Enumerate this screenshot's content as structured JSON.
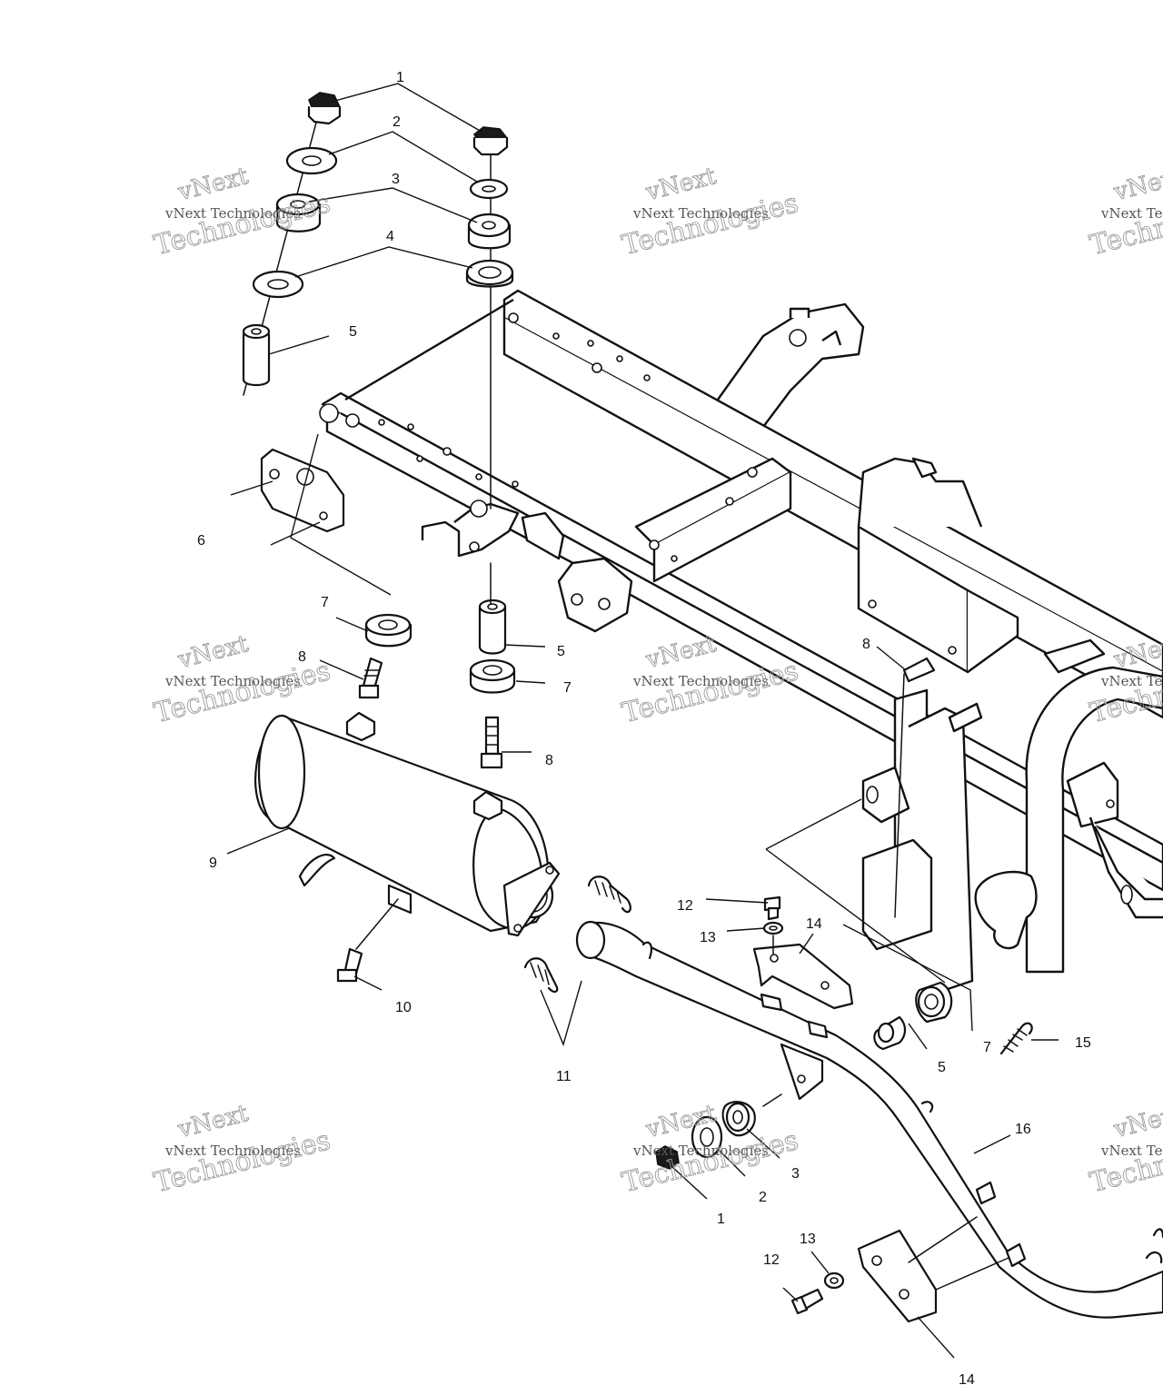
{
  "watermark": {
    "brand_word": "vNext",
    "company_line": "vNext Technologies",
    "brand_big": "Technologies"
  },
  "callouts": [
    {
      "id": "c1a",
      "text": "1"
    },
    {
      "id": "c2a",
      "text": "2"
    },
    {
      "id": "c3a",
      "text": "3"
    },
    {
      "id": "c4a",
      "text": "4"
    },
    {
      "id": "c5a",
      "text": "5"
    },
    {
      "id": "c6",
      "text": "6"
    },
    {
      "id": "c7a",
      "text": "7"
    },
    {
      "id": "c8a",
      "text": "8"
    },
    {
      "id": "c5b",
      "text": "5"
    },
    {
      "id": "c7b",
      "text": "7"
    },
    {
      "id": "c8b",
      "text": "8"
    },
    {
      "id": "c8c",
      "text": "8"
    },
    {
      "id": "c9",
      "text": "9"
    },
    {
      "id": "c10",
      "text": "10"
    },
    {
      "id": "c11",
      "text": "11"
    },
    {
      "id": "c12a",
      "text": "12"
    },
    {
      "id": "c13a",
      "text": "13"
    },
    {
      "id": "c14a",
      "text": "14"
    },
    {
      "id": "c5c",
      "text": "5"
    },
    {
      "id": "c7c",
      "text": "7"
    },
    {
      "id": "c15",
      "text": "15"
    },
    {
      "id": "c16",
      "text": "16"
    },
    {
      "id": "c3b",
      "text": "3"
    },
    {
      "id": "c2b",
      "text": "2"
    },
    {
      "id": "c1b",
      "text": "1"
    },
    {
      "id": "c13b",
      "text": "13"
    },
    {
      "id": "c12b",
      "text": "12"
    },
    {
      "id": "c14b",
      "text": "14"
    }
  ]
}
